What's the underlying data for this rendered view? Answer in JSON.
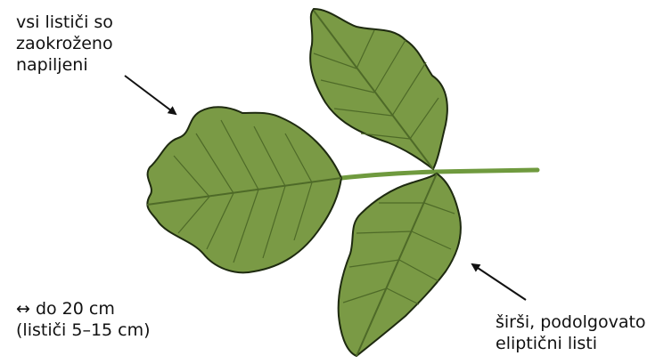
{
  "labels": {
    "serrated": [
      "vsi lističi so",
      "zaokroženo",
      "napiljeni"
    ],
    "shape": [
      "širši, podolgovato",
      "eliptični listi"
    ],
    "size": [
      "↔ do 20 cm",
      "(lističi 5–15 cm)"
    ]
  },
  "colors": {
    "leaf_fill": "#7a9a45",
    "leaf_outline": "#1e2a10",
    "vein": "#4e6a28",
    "stem": "#6f9a3e",
    "arrow": "#111111"
  }
}
